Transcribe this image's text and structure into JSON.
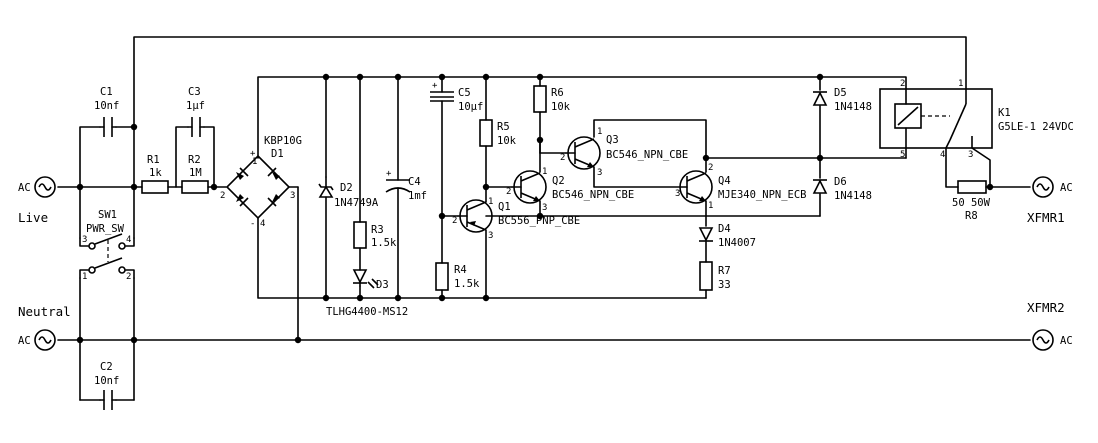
{
  "connectors": [
    {
      "label": "AC"
    },
    {
      "label": "AC"
    },
    {
      "label": "AC"
    },
    {
      "label": "AC"
    }
  ],
  "nets": {
    "live": "Live",
    "neutral": "Neutral",
    "xfmr1": "XFMR1",
    "xfmr2": "XFMR2"
  },
  "components": {
    "c1": {
      "ref": "C1",
      "value": "10nf"
    },
    "c2": {
      "ref": "C2",
      "value": "10nf"
    },
    "c3": {
      "ref": "C3",
      "value": "1µf"
    },
    "c4": {
      "ref": "C4",
      "value": "1mf"
    },
    "c5": {
      "ref": "C5",
      "value": "10µf"
    },
    "r1": {
      "ref": "R1",
      "value": "1k"
    },
    "r2": {
      "ref": "R2",
      "value": "1M"
    },
    "r3": {
      "ref": "R3",
      "value": "1.5k"
    },
    "r4": {
      "ref": "R4",
      "value": "1.5k"
    },
    "r5": {
      "ref": "R5",
      "value": "10k"
    },
    "r6": {
      "ref": "R6",
      "value": "10k"
    },
    "r7": {
      "ref": "R7",
      "value": "33"
    },
    "r8": {
      "ref": "R8",
      "value": "50 50W"
    },
    "d1": {
      "ref": "D1",
      "value": "KBP10G"
    },
    "d2": {
      "ref": "D2",
      "value": "1N4749A"
    },
    "d3": {
      "ref": "D3",
      "value": "TLHG4400-MS12"
    },
    "d4": {
      "ref": "D4",
      "value": "1N4007"
    },
    "d5": {
      "ref": "D5",
      "value": "1N4148"
    },
    "d6": {
      "ref": "D6",
      "value": "1N4148"
    },
    "q1": {
      "ref": "Q1",
      "value": "BC556_PNP_CBE"
    },
    "q2": {
      "ref": "Q2",
      "value": "BC546_NPN_CBE"
    },
    "q3": {
      "ref": "Q3",
      "value": "BC546_NPN_CBE"
    },
    "q4": {
      "ref": "Q4",
      "value": "MJE340_NPN_ECB"
    },
    "sw1": {
      "ref": "SW1",
      "value": "PWR_SW"
    },
    "k1": {
      "ref": "K1",
      "value": "G5LE-1 24VDC"
    }
  },
  "pins": {
    "sw1": [
      "3",
      "4",
      "1",
      "2"
    ],
    "d1": [
      "+",
      "2",
      "3",
      "-",
      "4",
      "1"
    ],
    "q1": [
      "1",
      "2",
      "3"
    ],
    "q2": [
      "1",
      "2",
      "3"
    ],
    "q3": [
      "1",
      "2",
      "3"
    ],
    "q4": [
      "1",
      "2",
      "3"
    ],
    "k1": [
      "2",
      "1",
      "4",
      "3",
      "5"
    ],
    "c4": "+",
    "c5": "+"
  }
}
